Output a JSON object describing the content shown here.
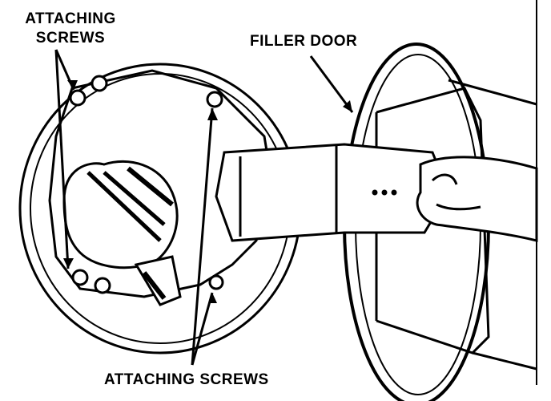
{
  "labels": {
    "attaching_screws_top_line1": "ATTACHING",
    "attaching_screws_top_line2": "SCREWS",
    "filler_door": "FILLER DOOR",
    "attaching_screws_bottom": "ATTACHING SCREWS"
  },
  "colors": {
    "ink": "#000000",
    "paper": "#ffffff"
  }
}
